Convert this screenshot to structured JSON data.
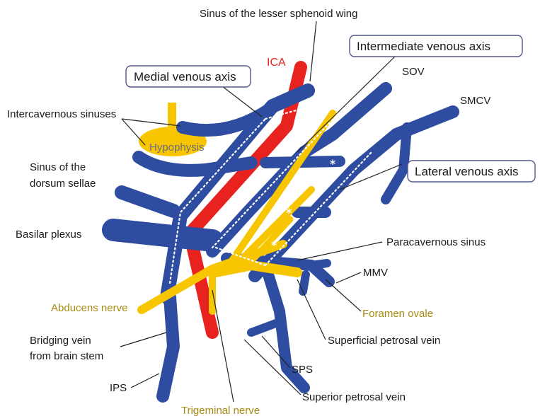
{
  "labels": {
    "sinus_lesser_sphenoid_wing": "Sinus of the lesser sphenoid wing",
    "intermediate_venous_axis": "Intermediate venous axis",
    "medial_venous_axis": "Medial venous axis",
    "ica": "ICA",
    "sov": "SOV",
    "smcv": "SMCV",
    "intercavernous_sinuses": "Intercavernous sinuses",
    "hypophysis": "Hypophysis",
    "sinus_dorsum_line1": "Sinus of the",
    "sinus_dorsum_line2": "dorsum sellae",
    "lateral_venous_axis": "Lateral venous axis",
    "basilar_plexus": "Basilar plexus",
    "paracavernous_sinus": "Paracavernous sinus",
    "mmv": "MMV",
    "abducens_nerve": "Abducens nerve",
    "foramen_ovale": "Foramen ovale",
    "bridging_vein_line1": "Bridging vein",
    "bridging_vein_line2": "from brain stem",
    "superficial_petrosal_vein": "Superficial petrosal vein",
    "sps": "SPS",
    "ips": "IPS",
    "superior_petrosal_vein": "Superior petrosal vein",
    "trigeminal_nerve": "Trigeminal nerve",
    "asterisk": "*"
  },
  "colors": {
    "vein": "#2e4da0",
    "artery": "#e8231f",
    "nerve": "#f7c600",
    "nerve_label": "#a88a10"
  }
}
